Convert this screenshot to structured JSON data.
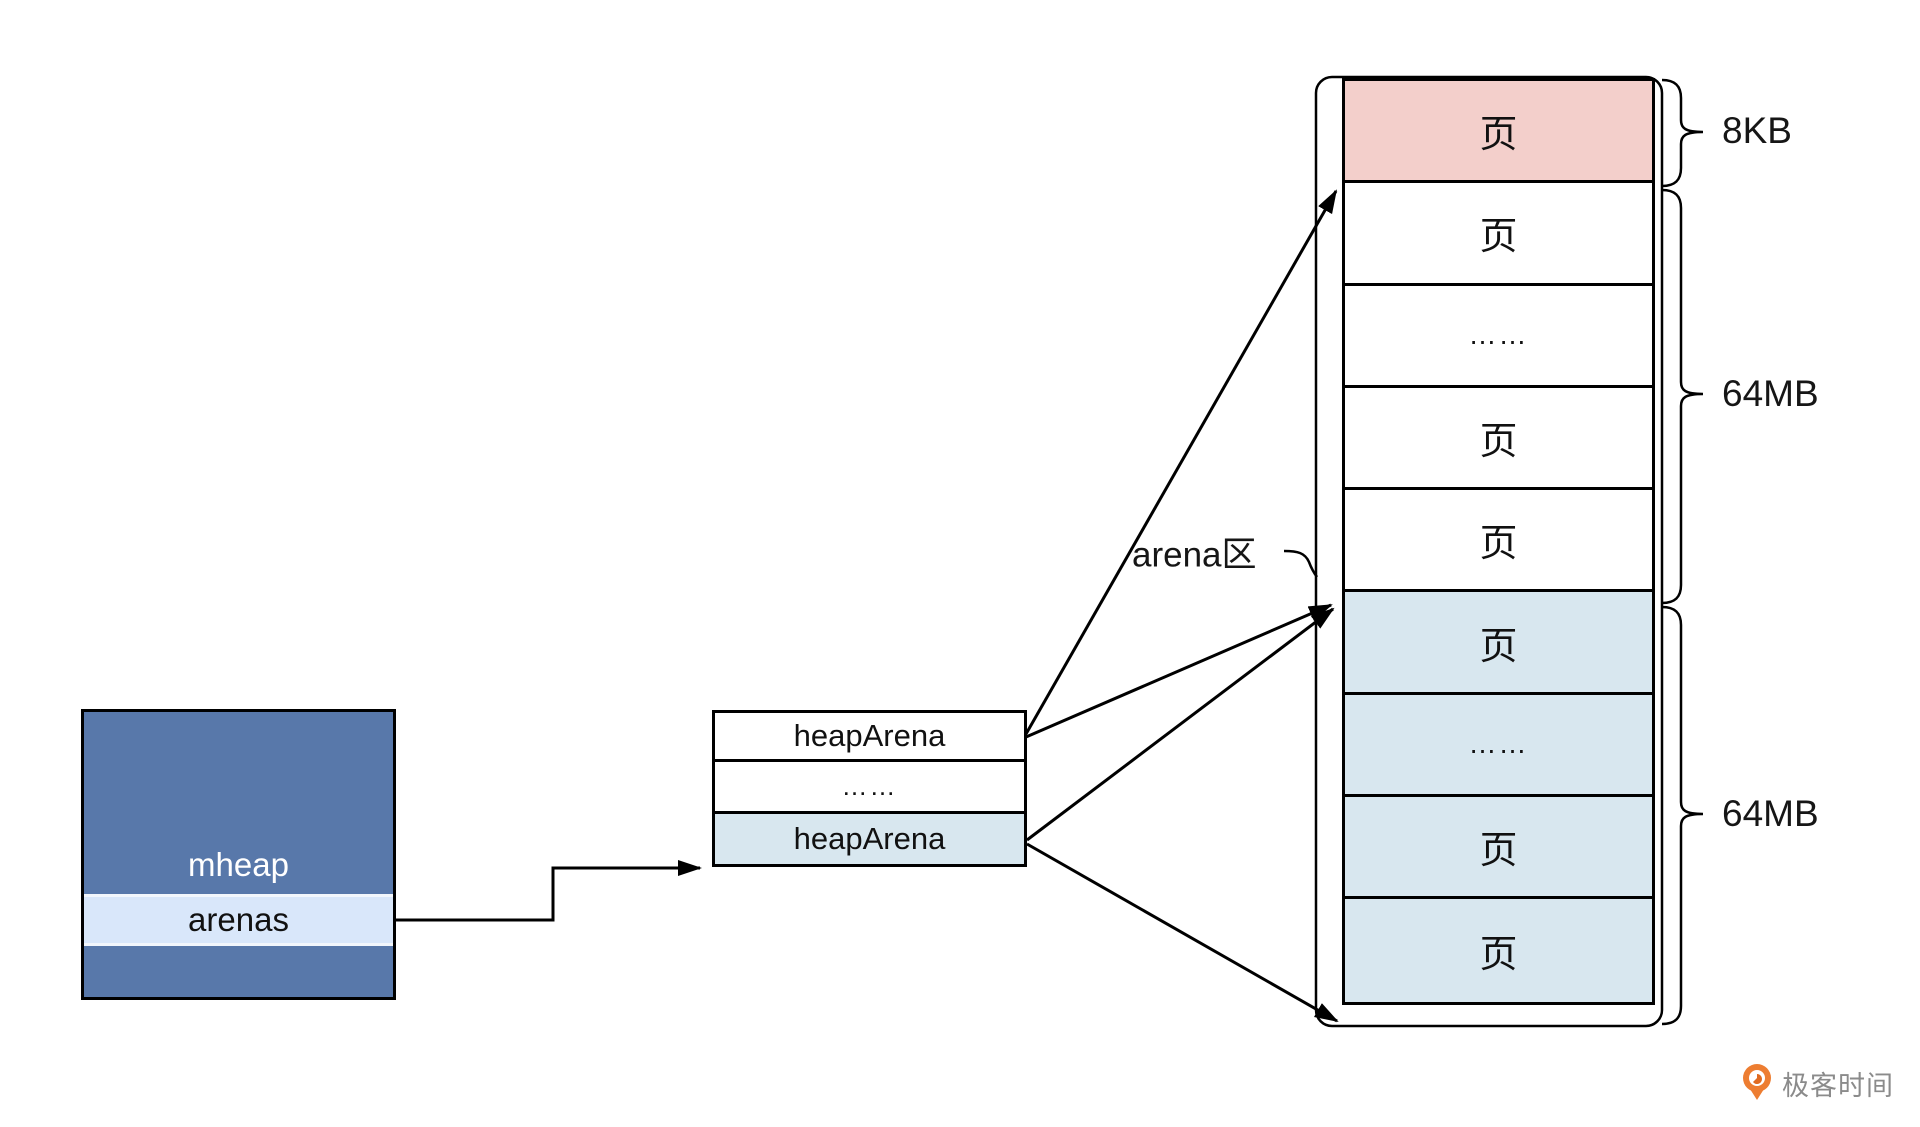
{
  "mheap": {
    "title": "mheap",
    "field": "arenas"
  },
  "heap_arena_table": {
    "rows": [
      {
        "label": "heapArena"
      },
      {
        "label": "……"
      },
      {
        "label": "heapArena"
      }
    ]
  },
  "stack": {
    "cells": [
      {
        "label": "页"
      },
      {
        "label": "页"
      },
      {
        "label": "……"
      },
      {
        "label": "页"
      },
      {
        "label": "页"
      },
      {
        "label": "页"
      },
      {
        "label": "……"
      },
      {
        "label": "页"
      },
      {
        "label": "页"
      }
    ]
  },
  "annotations": {
    "arena_label": "arena区",
    "size_top": "8KB",
    "size_mid": "64MB",
    "size_bottom": "64MB"
  },
  "logo": {
    "text": "极客时间"
  },
  "colors": {
    "struct_blue": "#5878aa",
    "arenas_light_blue": "#d9e7fa",
    "page_pink": "#f3cfcb",
    "page_blue": "#d8e7ef",
    "line_black": "#000000",
    "logo_orange": "#ed7d31",
    "logo_gray": "#8b8b8b"
  }
}
